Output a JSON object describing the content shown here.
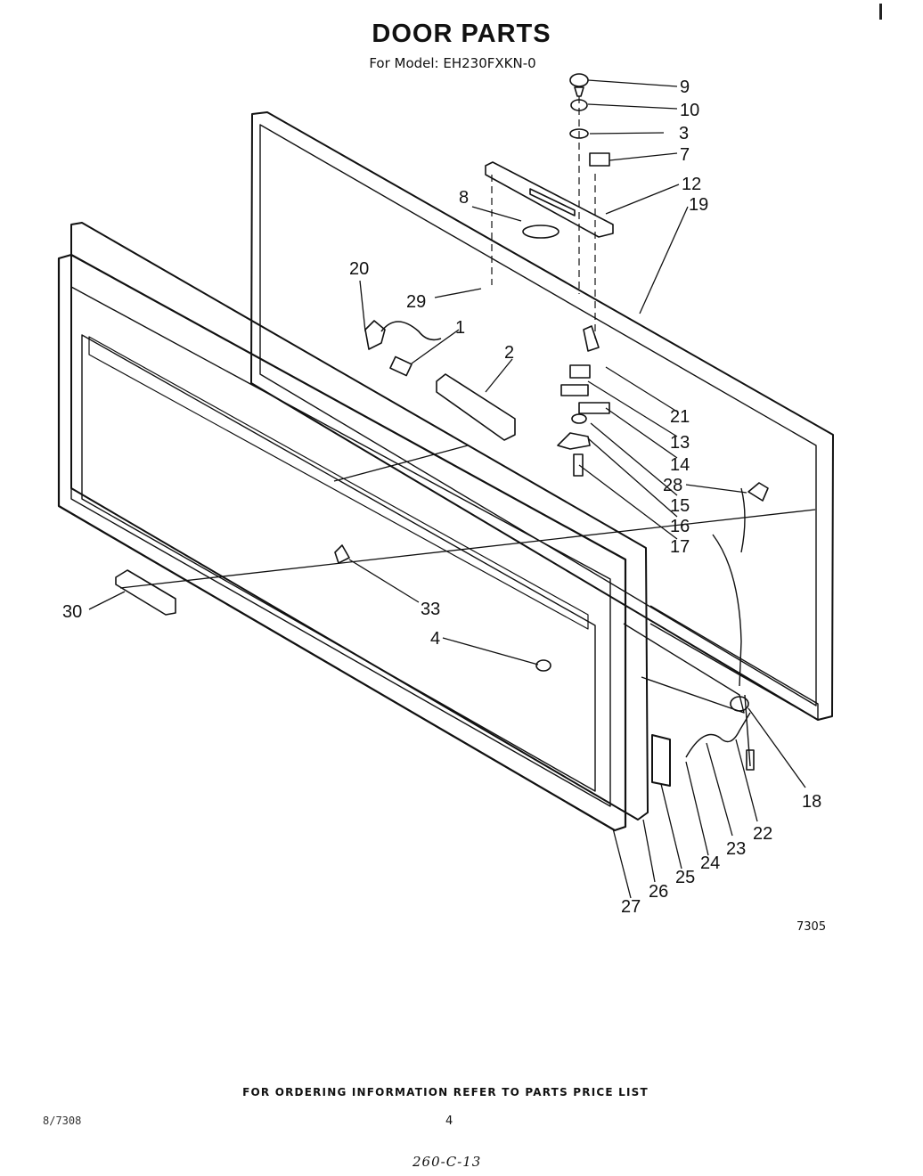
{
  "header": {
    "title": "DOOR PARTS",
    "subtitle": "For Model: EH230FXKN-0"
  },
  "callouts": [
    "9",
    "10",
    "3",
    "7",
    "12",
    "19",
    "8",
    "20",
    "29",
    "1",
    "2",
    "21",
    "13",
    "14",
    "28",
    "15",
    "16",
    "17",
    "30",
    "33",
    "4",
    "18",
    "22",
    "23",
    "24",
    "25",
    "26",
    "27"
  ],
  "figure_code": "7305",
  "footer": {
    "note": "FOR ORDERING INFORMATION REFER TO PARTS PRICE LIST",
    "doc_id": "8/7308",
    "page": "4",
    "handwritten": "260-C-13"
  }
}
